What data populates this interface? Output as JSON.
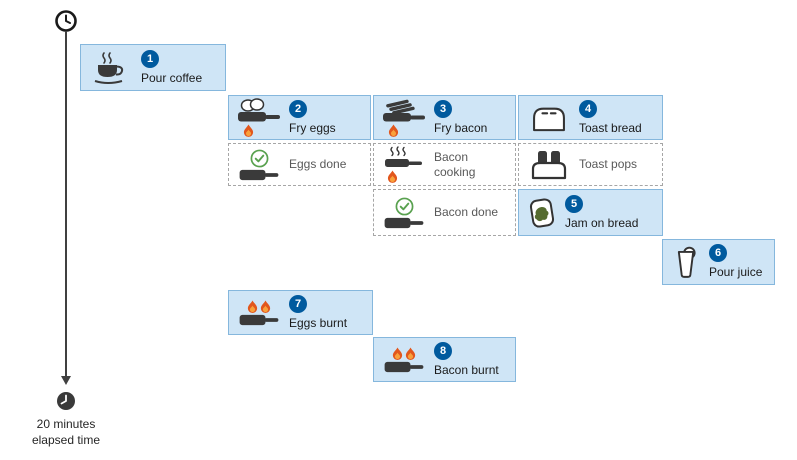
{
  "timeline": {
    "start_icon": "clock",
    "end_icon": "clock",
    "elapsed_line1": "20 minutes",
    "elapsed_line2": "elapsed time"
  },
  "colors": {
    "task_fill": "#cfe5f6",
    "task_border": "#85b7dd",
    "step_badge": "#005a9e",
    "dashed_border": "#a6a6a6",
    "dashed_text": "#595959",
    "flame_outer": "#e2571d",
    "flame_inner": "#f9a13b",
    "check_green": "#59a14f"
  },
  "tasks": [
    {
      "step": "1",
      "label": "Pour coffee",
      "style": "solid",
      "icon": "coffee-cup"
    },
    {
      "step": "2",
      "label": "Fry eggs",
      "style": "solid",
      "icon": "pan-eggs-flame"
    },
    {
      "step": "3",
      "label": "Fry bacon",
      "style": "solid",
      "icon": "pan-bacon-flame"
    },
    {
      "step": "4",
      "label": "Toast bread",
      "style": "solid",
      "icon": "toaster"
    },
    {
      "label": "Eggs done",
      "style": "dashed",
      "icon": "check-pan"
    },
    {
      "label": "Bacon cooking",
      "style": "dashed",
      "icon": "pan-steam-flame"
    },
    {
      "label": "Toast pops",
      "style": "dashed",
      "icon": "toaster-toast"
    },
    {
      "label": "Bacon done",
      "style": "dashed",
      "icon": "check-pan"
    },
    {
      "step": "5",
      "label": "Jam on bread",
      "style": "solid",
      "icon": "bread-jam"
    },
    {
      "step": "6",
      "label": "Pour juice",
      "style": "solid",
      "icon": "juice-glass"
    },
    {
      "step": "7",
      "label": "Eggs burnt",
      "style": "solid",
      "icon": "pan-two-flames"
    },
    {
      "step": "8",
      "label": "Bacon burnt",
      "style": "solid",
      "icon": "pan-two-flames"
    }
  ]
}
